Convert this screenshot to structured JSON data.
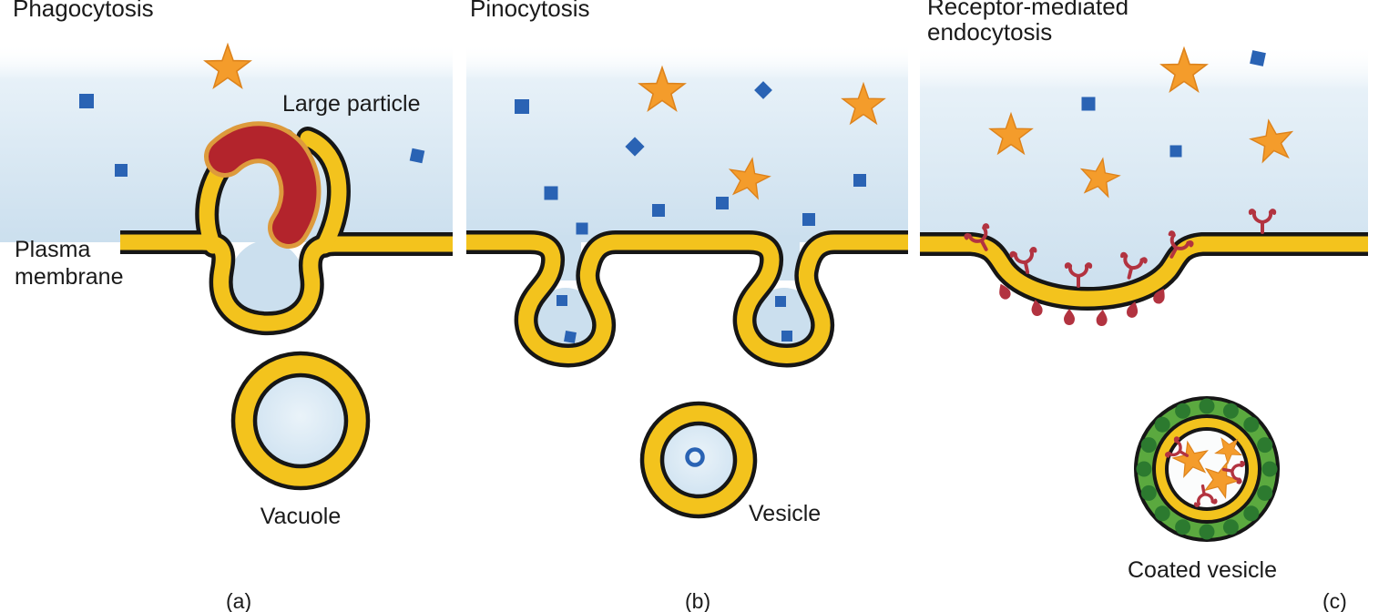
{
  "figure": {
    "panels": [
      {
        "id": "phagocytosis",
        "title": "Phagocytosis",
        "caption": "(a)",
        "labels": {
          "large_particle": "Large particle",
          "plasma_membrane": [
            "Plasma",
            "membrane"
          ],
          "vacuole": "Vacuole"
        }
      },
      {
        "id": "pinocytosis",
        "title": "Pinocytosis",
        "caption": "(b)",
        "labels": {
          "vesicle": "Vesicle"
        }
      },
      {
        "id": "receptor-mediated-endocytosis",
        "title": [
          "Receptor-mediated",
          "endocytosis"
        ],
        "caption": "(c)",
        "labels": {
          "coated_vesicle": "Coated vesicle"
        }
      }
    ],
    "colors": {
      "membrane": "#F3C31D",
      "membrane_outline": "#161616",
      "fluid": "#CBDFEE",
      "solute_blue": "#2A63B4",
      "star_orange": "#F49C2B",
      "star_outline": "#DD831C",
      "particle_red": "#B3242C",
      "particle_outline": "#DD9A3C",
      "receptor_red": "#B23340",
      "coat_green_light": "#5BA93F",
      "coat_green_dark": "#2C7A2F",
      "vesicle_interior": "#D9E9F4",
      "text": "#1A1A1A"
    }
  }
}
